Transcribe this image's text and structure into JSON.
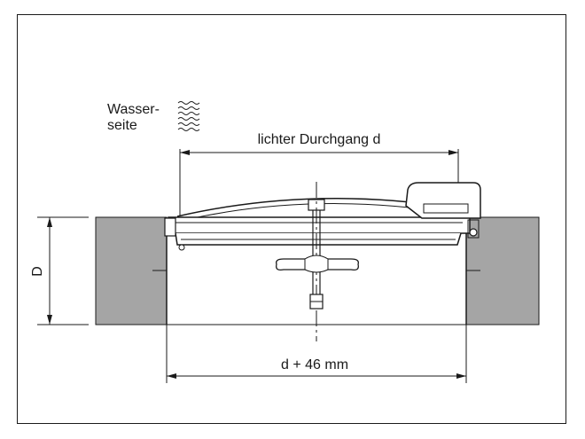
{
  "labels": {
    "water_side_line1": "Wasser-",
    "water_side_line2": "seite",
    "clear_passage": "lichter Durchgang d",
    "outer_dimension": "d + 46 mm",
    "height": "D"
  },
  "colors": {
    "wall_fill": "#a5a5a5",
    "line": "#1a1a1a",
    "lid_fill": "#ffffff"
  },
  "icons": {
    "water_waves": "wave-lines"
  }
}
